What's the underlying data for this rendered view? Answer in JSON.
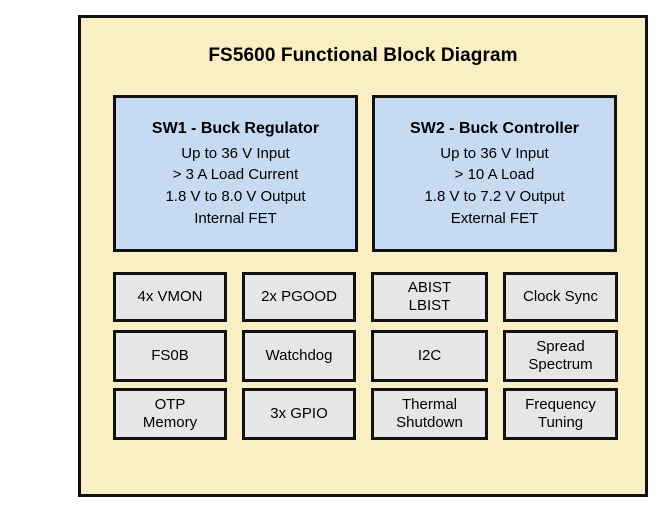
{
  "diagram": {
    "title": "FS5600 Functional Block Diagram",
    "colors": {
      "background": "#faeec4",
      "border": "#111111",
      "sw_block_fill": "#c6daf2",
      "feature_cell_fill": "#e6e6e6",
      "text": "#000000"
    },
    "sw_blocks": [
      {
        "title": "SW1 - Buck Regulator",
        "lines": [
          "Up to 36 V Input",
          "> 3 A Load Current",
          "1.8 V to 8.0 V Output",
          "Internal FET"
        ]
      },
      {
        "title": "SW2 - Buck Controller",
        "lines": [
          "Up to 36 V Input",
          "> 10 A Load",
          "1.8 V to 7.2 V Output",
          "External FET"
        ]
      }
    ],
    "features": [
      {
        "label": "4x VMON"
      },
      {
        "label": "2x PGOOD"
      },
      {
        "label": "ABIST\nLBIST"
      },
      {
        "label": "Clock Sync"
      },
      {
        "label": "FS0B"
      },
      {
        "label": "Watchdog"
      },
      {
        "label": "I2C"
      },
      {
        "label": "Spread\nSpectrum"
      },
      {
        "label": "OTP\nMemory"
      },
      {
        "label": "3x GPIO"
      },
      {
        "label": "Thermal\nShutdown"
      },
      {
        "label": "Frequency\nTuning"
      }
    ]
  }
}
